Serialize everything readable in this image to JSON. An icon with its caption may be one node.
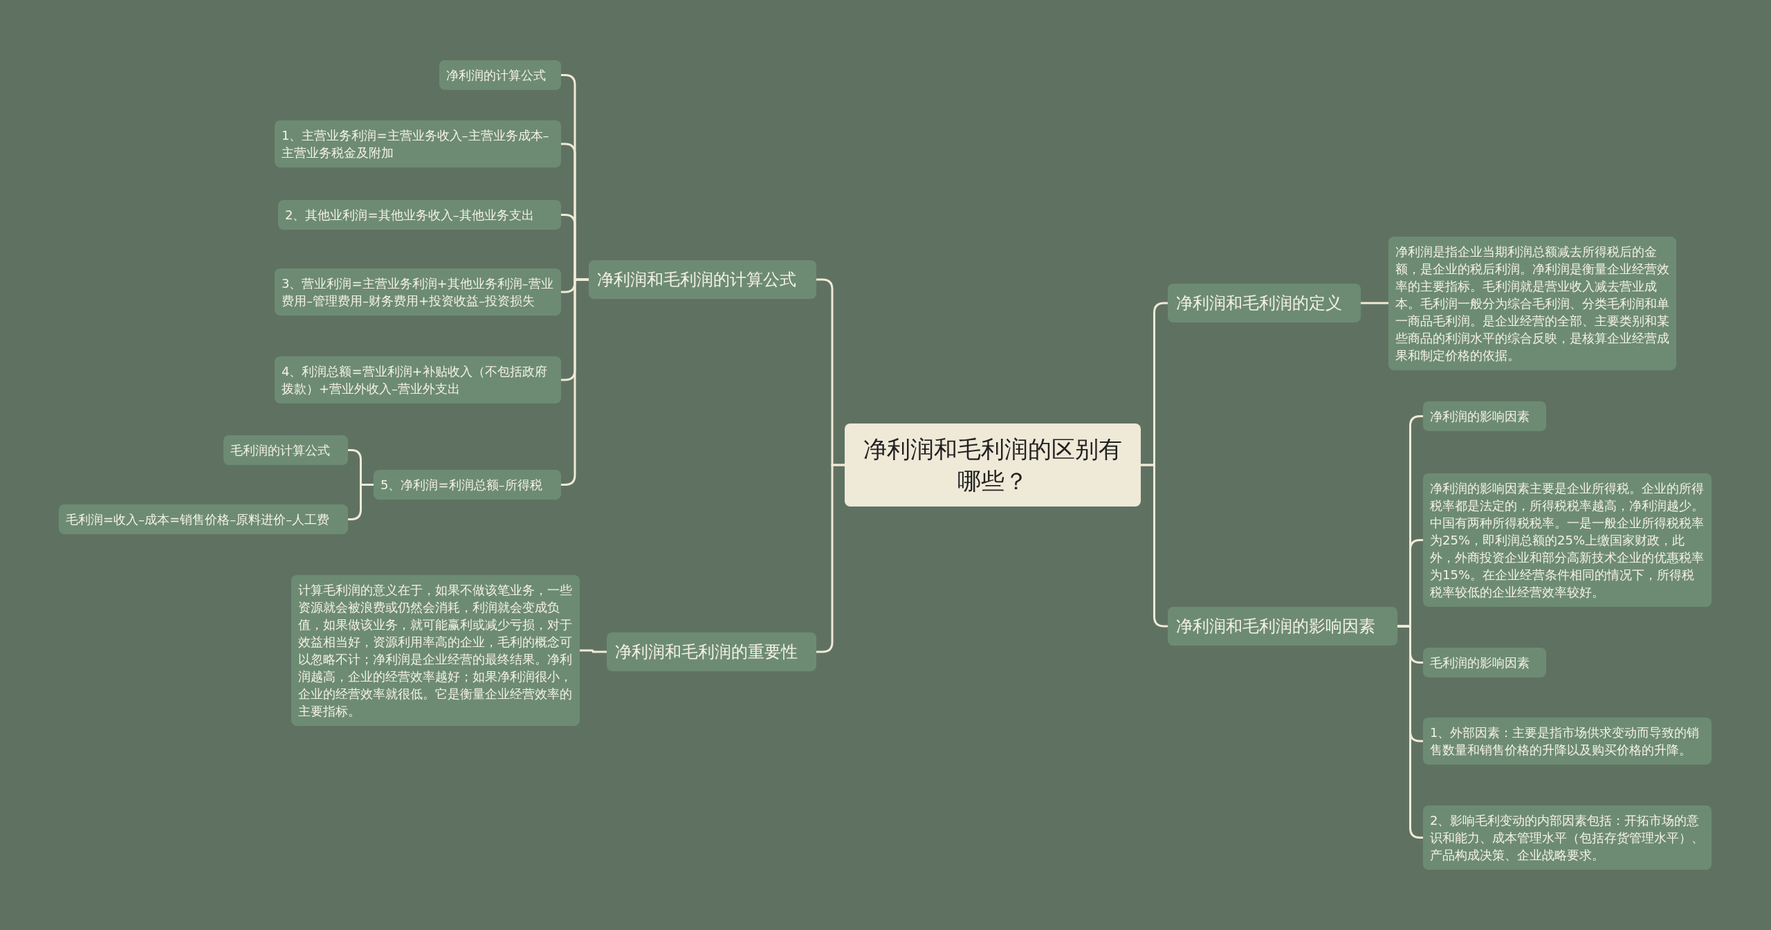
{
  "diagram": {
    "nodes": [
      {
        "text": [
          "净利润和毛利润的区别有哪些？"
        ]
      },
      {
        "text": [
          "净利润和毛利润的计算公式"
        ]
      },
      {
        "text": [
          "净利润的计算公式"
        ]
      },
      {
        "text": [
          "1、主营业务利润=主营业务收入–主营业务成本–主营业务税金及附加"
        ]
      },
      {
        "text": [
          "2、其他业利润=其他业务收入–其他业务支出"
        ]
      },
      {
        "text": [
          "3、营业利润=主营业务利润+其他业务利润–营业费用–管理费用–财务费用+投资收益–投资损失"
        ]
      },
      {
        "text": [
          "4、利润总额=营业利润+补贴收入（不包括政府拨款）+营业外收入–营业外支出"
        ]
      },
      {
        "text": [
          "5、净利润=利润总额–所得税"
        ]
      },
      {
        "text": [
          "毛利润的计算公式"
        ]
      },
      {
        "text": [
          "毛利润=收入–成本=销售价格–原料进价–人工费"
        ]
      },
      {
        "text": [
          "净利润和毛利润的重要性"
        ]
      },
      {
        "text": [
          "计算毛利润的意义在于，如果不做该笔业务，一些资源就会被浪费或仍然会消耗，利润就会变成负值，如果做该业务，就可能赢利或减少亏损，对于效益相当好，资源利用率高的企业，毛利的概念可以忽略不计；净利润是企业经营的最终结果。净利润越高，企业的经营效率越好；如果净利润很小，企业的经营效率就很低。它是衡量企业经营效率的主要指标。"
        ]
      },
      {
        "text": [
          "净利润和毛利润的定义"
        ]
      },
      {
        "text": [
          "净利润是指企业当期利润总额减去所得税后的金额，是企业的税后利润。净利润是衡量企业经营效率的主要指标。毛利润就是营业收入减去营业成本。毛利润一般分为综合毛利润、分类毛利润和单一商品毛利润。是企业经营的全部、主要类别和某些商品的利润水平的综合反映，是核算企业经营成果和制定价格的依据。"
        ]
      },
      {
        "text": [
          "净利润和毛利润的影响因素"
        ]
      },
      {
        "text": [
          "净利润的影响因素"
        ]
      },
      {
        "text": [
          "净利润的影响因素主要是企业所得税。企业的所得税率都是法定的，所得税税率越高，净利润越少。中国有两种所得税税率。一是一般企业所得税税率为25%，即利润总额的25%上缴国家财政，此外，外商投资企业和部分高新技术企业的优惠税率为15%。在企业经营条件相同的情况下，所得税税率较低的企业经营效率较好。"
        ]
      },
      {
        "text": [
          "毛利润的影响因素"
        ]
      },
      {
        "text": [
          "1、外部因素：主要是指市场供求变动而导致的销售数量和销售价格的升降以及购买价格的升降。"
        ]
      },
      {
        "text": [
          "2、影响毛利变动的内部因素包括：开拓市场的意识和能力、成本管理水平（包括存货管理水平）、产品构成决策、企业战略要求。"
        ]
      }
    ],
    "edges": [
      {
        "from": 0,
        "to": 1,
        "arrow": "none"
      },
      {
        "from": 1,
        "to": 2,
        "arrow": "none"
      },
      {
        "from": 1,
        "to": 3,
        "arrow": "none"
      },
      {
        "from": 1,
        "to": 4,
        "arrow": "none"
      },
      {
        "from": 1,
        "to": 5,
        "arrow": "none"
      },
      {
        "from": 1,
        "to": 6,
        "arrow": "none"
      },
      {
        "from": 1,
        "to": 7,
        "arrow": "none"
      },
      {
        "from": 7,
        "to": 8,
        "arrow": "none"
      },
      {
        "from": 7,
        "to": 9,
        "arrow": "none"
      },
      {
        "from": 0,
        "to": 10,
        "arrow": "none"
      },
      {
        "from": 10,
        "to": 11,
        "arrow": "none"
      },
      {
        "from": 0,
        "to": 12,
        "arrow": "none"
      },
      {
        "from": 12,
        "to": 13,
        "arrow": "none"
      },
      {
        "from": 0,
        "to": 14,
        "arrow": "none"
      },
      {
        "from": 14,
        "to": 15,
        "arrow": "none"
      },
      {
        "from": 14,
        "to": 16,
        "arrow": "none"
      },
      {
        "from": 14,
        "to": 17,
        "arrow": "none"
      },
      {
        "from": 14,
        "to": 18,
        "arrow": "none"
      },
      {
        "from": 14,
        "to": 19,
        "arrow": "none"
      }
    ]
  }
}
